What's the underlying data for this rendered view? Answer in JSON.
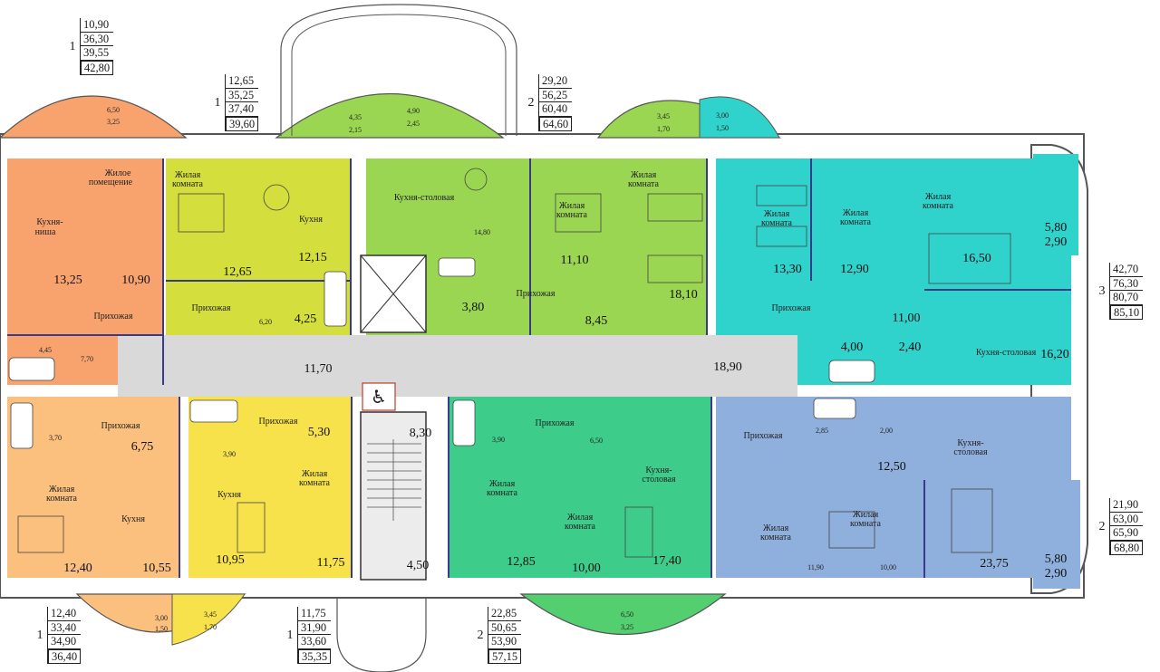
{
  "colors": {
    "orange": "#f8a36e",
    "orange_light": "#fbbf7e",
    "lime": "#d4de3d",
    "yellow": "#f7e24b",
    "green_light": "#9ad652",
    "green": "#53cf6f",
    "green_mid": "#3dcc8a",
    "teal": "#30d2cc",
    "blue": "#8fb0dc",
    "corridor": "#d9d9d9",
    "wall": "#3a3a8a"
  },
  "apartments": [
    {
      "id": "a1",
      "rooms": "1",
      "values": [
        "10,90",
        "36,30",
        "39,55",
        "42,80"
      ]
    },
    {
      "id": "a2",
      "rooms": "1",
      "values": [
        "12,65",
        "35,25",
        "37,40",
        "39,60"
      ]
    },
    {
      "id": "a3",
      "rooms": "2",
      "values": [
        "29,20",
        "56,25",
        "60,40",
        "64,60"
      ]
    },
    {
      "id": "a4",
      "rooms": "3",
      "values": [
        "42,70",
        "76,30",
        "80,70",
        "85,10"
      ]
    },
    {
      "id": "a5",
      "rooms": "2",
      "values": [
        "21,90",
        "63,00",
        "65,90",
        "68,80"
      ]
    },
    {
      "id": "a6",
      "rooms": "1",
      "values": [
        "12,40",
        "33,40",
        "34,90",
        "36,40"
      ]
    },
    {
      "id": "a7",
      "rooms": "1",
      "values": [
        "11,75",
        "31,90",
        "33,60",
        "35,35"
      ]
    },
    {
      "id": "a8",
      "rooms": "2",
      "values": [
        "22,85",
        "50,65",
        "53,90",
        "57,15"
      ]
    }
  ],
  "room_labels": {
    "zhiloe": "Жилое",
    "pomeshchenie": "помещение",
    "kukhnya": "Кухня-",
    "nisha": "ниша",
    "prikhozhaya": "Прихожая",
    "zhilaya": "Жилая",
    "komnata": "комната",
    "kukhnya_only": "Кухня",
    "kukhnya_stolovaya": "Кухня-столовая",
    "stolovaya": "столовая"
  },
  "areas": {
    "r_13_25": "13,25",
    "r_10_90": "10,90",
    "r_4_45": "4,45",
    "r_7_70": "7,70",
    "r_12_65": "12,65",
    "r_6_20": "6,20",
    "r_12_15": "12,15",
    "r_4_25": "4,25",
    "r_14_80": "14,80",
    "r_3_80": "3,80",
    "r_11_10": "11,10",
    "r_8_45": "8,45",
    "r_18_10": "18,10",
    "r_13_30": "13,30",
    "r_12_90": "12,90",
    "r_16_50": "16,50",
    "r_11_00": "11,00",
    "r_4_00": "4,00",
    "r_2_40": "2,40",
    "r_16_20": "16,20",
    "r_11_70": "11,70",
    "r_18_90": "18,90",
    "r_8_30": "8,30",
    "r_4_50": "4,50",
    "r_3_70": "3,70",
    "r_6_75": "6,75",
    "r_12_40": "12,40",
    "r_10_55": "10,55",
    "r_5_30": "5,30",
    "r_3_90a": "3,90",
    "r_10_95": "10,95",
    "r_11_75": "11,75",
    "r_3_90b": "3,90",
    "r_6_50": "6,50",
    "r_12_85": "12,85",
    "r_10_00a": "10,00",
    "r_17_40": "17,40",
    "r_2_85": "2,85",
    "r_2_00": "2,00",
    "r_12_50": "12,50",
    "r_11_90": "11,90",
    "r_10_00b": "10,00",
    "r_23_75": "23,75",
    "r_5_80a": "5,80",
    "r_2_90a": "2,90",
    "r_5_80b": "5,80",
    "r_2_90b": "2,90"
  },
  "balconies": {
    "b1a": "6,50",
    "b1b": "3,25",
    "b2a": "4,35",
    "b2b": "2,15",
    "b3a": "4,90",
    "b3b": "2,45",
    "b4a": "3,45",
    "b4b": "1,70",
    "b5a": "3,00",
    "b5b": "1,50",
    "b6a": "3,00",
    "b6b": "1,50",
    "b7a": "3,45",
    "b7b": "1,70",
    "b8a": "6,50",
    "b8b": "3,25"
  }
}
